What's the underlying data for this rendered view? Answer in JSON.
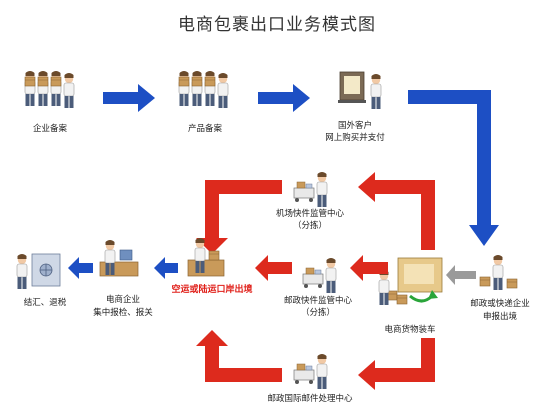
{
  "title": "电商包裹出口业务模式图",
  "nodes": {
    "enterprise_filing": "企业备案",
    "product_filing": "产品备案",
    "foreign_customer_l1": "国外客户",
    "foreign_customer_l2": "网上购买并支付",
    "post_express_l1": "邮政或快递企业",
    "post_express_l2": "申报出境",
    "loading": "电商货物装车",
    "airport_center_l1": "机场快件监管中心",
    "airport_center_l2": "（分拣）",
    "postal_center_l1": "邮政快件监管中心",
    "postal_center_l2": "（分拣）",
    "intl_mail_center": "邮政国际邮件处理中心",
    "port_exit": "空运或陆运口岸出境",
    "ecommerce_l1": "电商企业",
    "ecommerce_l2": "集中报检、报关",
    "settlement": "结汇、退税"
  },
  "colors": {
    "blue_arrow": "#1d4fc4",
    "red_arrow": "#dd2a1d",
    "highlight_text": "#e0201a"
  }
}
